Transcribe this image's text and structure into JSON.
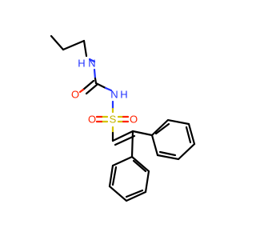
{
  "molecule": {
    "labels": {
      "nh_top": "N",
      "nh_top_h": "H",
      "o_carbonyl": "O",
      "nh_sulfonyl": "N",
      "nh_sulfonyl_h": "H",
      "sulfur": "S",
      "o_sulfonyl_left": "O",
      "o_sulfonyl_right": "O"
    },
    "colors": {
      "carbon": "#000000",
      "nitrogen": "#2233ff",
      "oxygen": "#ff2200",
      "sulfur": "#d4c400"
    }
  }
}
